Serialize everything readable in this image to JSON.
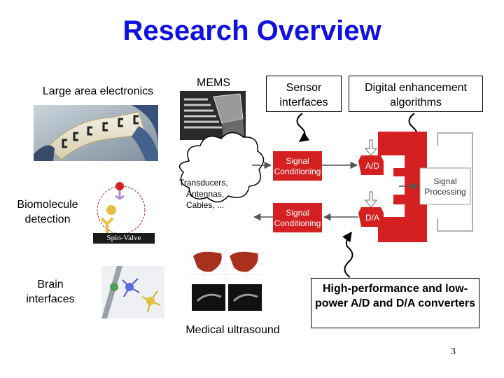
{
  "slide": {
    "title": "Research Overview",
    "page_number": "3"
  },
  "labels": {
    "large_area": "Large area electronics",
    "mems": "MEMS",
    "sensor_interfaces": "Sensor interfaces",
    "digital_enhancement": "Digital enhancement algorithms",
    "biomolecule": "Biomolecule detection",
    "spin_valve": "Spin-Valve",
    "brain": "Brain interfaces",
    "ultrasound": "Medical ultrasound",
    "adc_dac": "High-performance and low-power A/D and D/A converters"
  },
  "diagram": {
    "cloud_text": "Transducers, Antennas, Cables, ...",
    "signal_conditioning": "Signal Conditioning",
    "ad": "A/D",
    "da": "D/A",
    "signal_processing": "Signal Processing"
  },
  "colors": {
    "title": "#1010e0",
    "block_red": "#d42020",
    "line_gray": "#666666"
  }
}
